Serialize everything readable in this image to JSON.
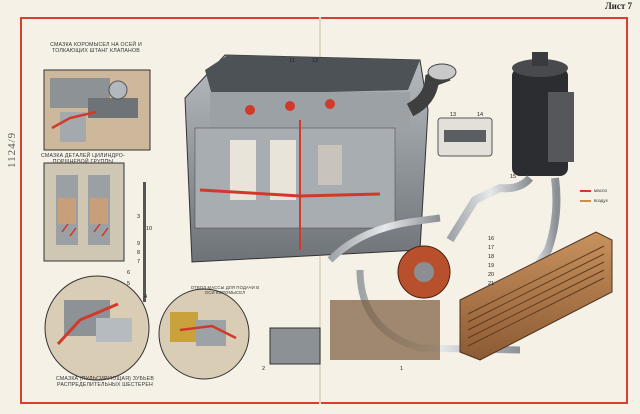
{
  "sheet_label": "Лист 7",
  "inventory_number": "1124/9",
  "captions": {
    "rocker": "СМАЗКА КОРОМЫСЕЛ НА ОСЕЙ И ТОЛКАЮЩИХ ШТАНГ КЛАПАНОВ",
    "cylinder": "СМАЗКА ДЕТАЛЕЙ ЦИЛИНДРО-ПОРШНЕВОЙ ГРУППЫ",
    "gears": "СМАЗКА (ПУЛЬСИРУЮЩАЯ) ЗУБЬЕВ РАСПРЕДЕЛИТЕЛЬНЫХ ШЕСТЕРЕН",
    "mass_note": "ОТВОД МАССЫ ДЛЯ ПОДАЧИ В ОСИ КОРОМЫСЕЛ"
  },
  "legend": {
    "oil": "масло",
    "air": "воздух"
  },
  "callouts": [
    "1",
    "2",
    "3",
    "4",
    "5",
    "6",
    "7",
    "8",
    "9",
    "10",
    "11",
    "12",
    "13",
    "14",
    "15",
    "16",
    "17",
    "18",
    "19",
    "20",
    "21"
  ],
  "colors": {
    "frame": "#d5402f",
    "oil": "#d13a2b",
    "metal": "#8a8f94",
    "paper": "#f6f1e6"
  }
}
